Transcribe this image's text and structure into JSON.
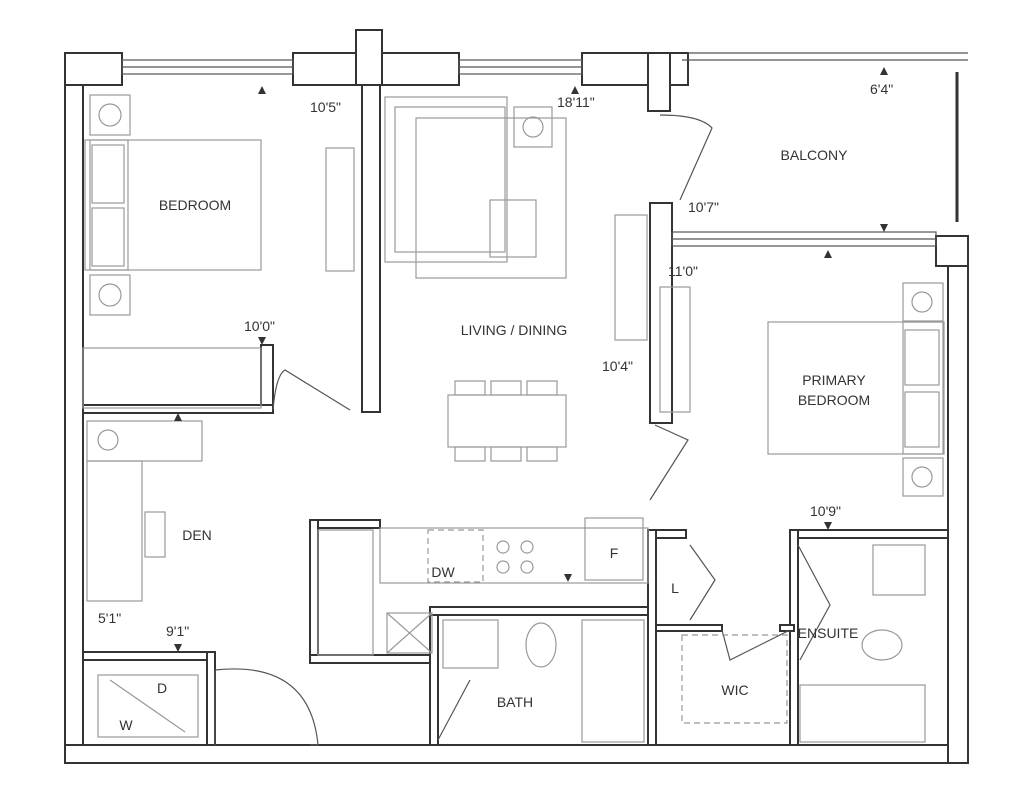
{
  "rooms": {
    "bedroom": "BEDROOM",
    "living_dining": "LIVING / DINING",
    "balcony": "BALCONY",
    "primary_bedroom_line1": "PRIMARY",
    "primary_bedroom_line2": "BEDROOM",
    "den": "DEN",
    "bath": "BATH",
    "wic": "WIC",
    "ensuite": "ENSUITE",
    "linen": "L",
    "fridge": "F",
    "dishwasher": "DW",
    "dryer": "D",
    "washer": "W"
  },
  "dimensions": {
    "bedroom_width": "10'5\"",
    "living_width": "18'11\"",
    "balcony_depth": "6'4\"",
    "balcony_width": "10'7\"",
    "primary_width": "11'0\"",
    "bedroom_length": "10'0\"",
    "living_length": "10'4\"",
    "primary_length": "10'9\"",
    "den_width": "5'1\"",
    "den_length": "9'1\""
  }
}
